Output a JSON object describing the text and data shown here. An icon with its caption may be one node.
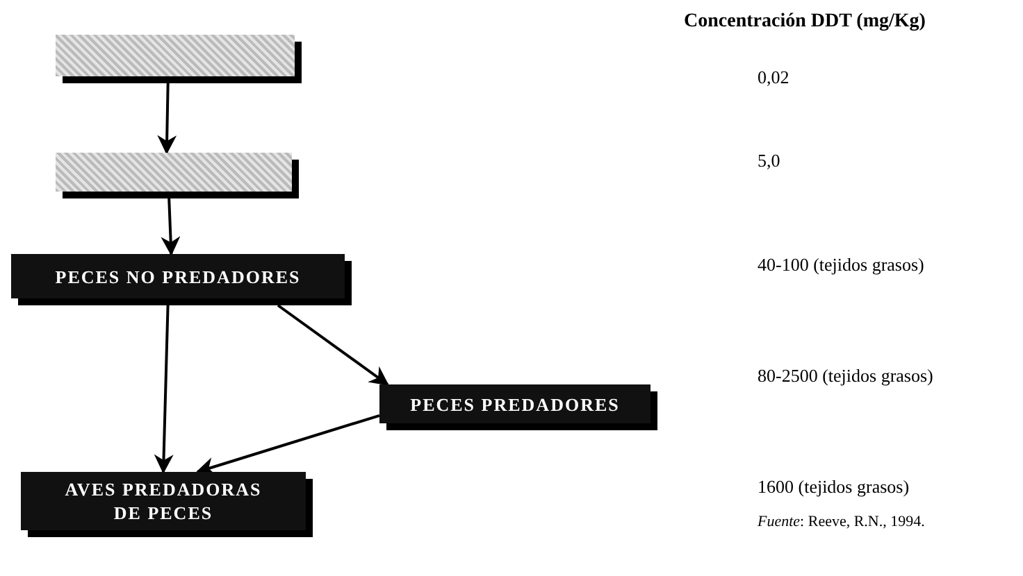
{
  "diagram": {
    "nodes": [
      {
        "text": [],
        "shape": "box"
      },
      {
        "text": [],
        "shape": "box"
      },
      {
        "text": [
          "PECES NO PREDADORES"
        ]
      },
      {
        "text": [
          "PECES PREDADORES"
        ]
      },
      {
        "text": [
          "AVES PREDADORAS DE PECES"
        ]
      }
    ],
    "edges": [
      {
        "from": 0,
        "to": 1,
        "arrow": "to"
      },
      {
        "from": 1,
        "to": 2,
        "arrow": "to"
      },
      {
        "from": 2,
        "to": 4,
        "arrow": "to"
      },
      {
        "from": 2,
        "to": 3,
        "arrow": "to"
      },
      {
        "from": 3,
        "to": 4,
        "arrow": "to"
      }
    ],
    "labels": [
      "Concentración DDT (mg/Kg)",
      "0,02",
      "5,0",
      "40-100 (tejidos grasos)",
      "80-2500 (tejidos grasos)",
      "1600 (tejidos grasos)",
      "*Fuente*: Reeve, R.N., 1994."
    ]
  }
}
